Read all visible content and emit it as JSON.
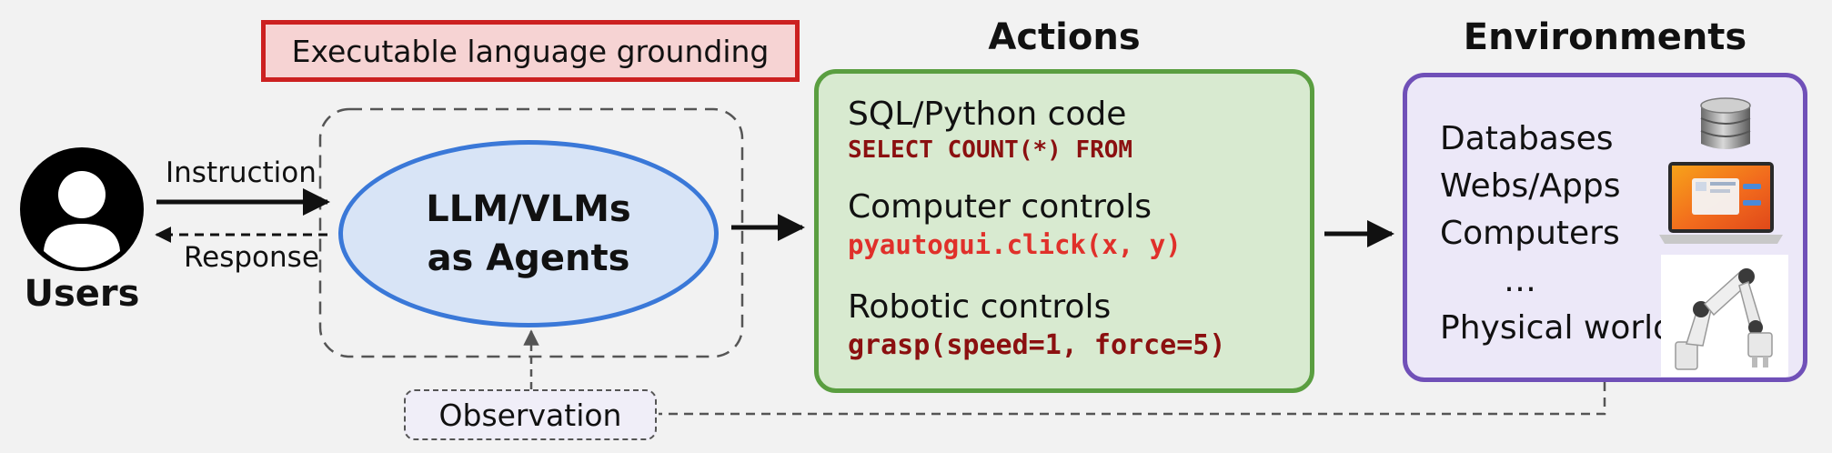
{
  "users": {
    "label": "Users"
  },
  "flow": {
    "instruction": "Instruction",
    "response": "Response"
  },
  "grounding": {
    "label": "Executable language grounding"
  },
  "agent": {
    "line1": "LLM/VLMs",
    "line2": "as Agents"
  },
  "observation": {
    "label": "Observation"
  },
  "actions": {
    "title": "Actions",
    "items": [
      {
        "name": "SQL/Python code",
        "code": "SELECT COUNT(*) FROM"
      },
      {
        "name": "Computer controls",
        "code": "pyautogui.click(x, y)"
      },
      {
        "name": "Robotic controls",
        "code": "grasp(speed=1, force=5)"
      }
    ]
  },
  "environments": {
    "title": "Environments",
    "items": [
      "Databases",
      "Webs/Apps",
      "Computers",
      "…",
      "Physical world"
    ]
  },
  "icons": {
    "user": "user-avatar-icon",
    "database": "database-icon",
    "laptop": "laptop-icon",
    "robot": "robot-arm-icon"
  },
  "colors": {
    "grounding_border": "#cc2020",
    "grounding_fill": "#f6d3d3",
    "agent_border": "#3a78d8",
    "agent_fill": "#d8e4f6",
    "actions_border": "#5a9e40",
    "actions_fill": "#d8ead0",
    "env_border": "#7050b8",
    "env_fill": "#ece8f8",
    "code_dark_red": "#8b1010",
    "code_red": "#e0302a"
  }
}
